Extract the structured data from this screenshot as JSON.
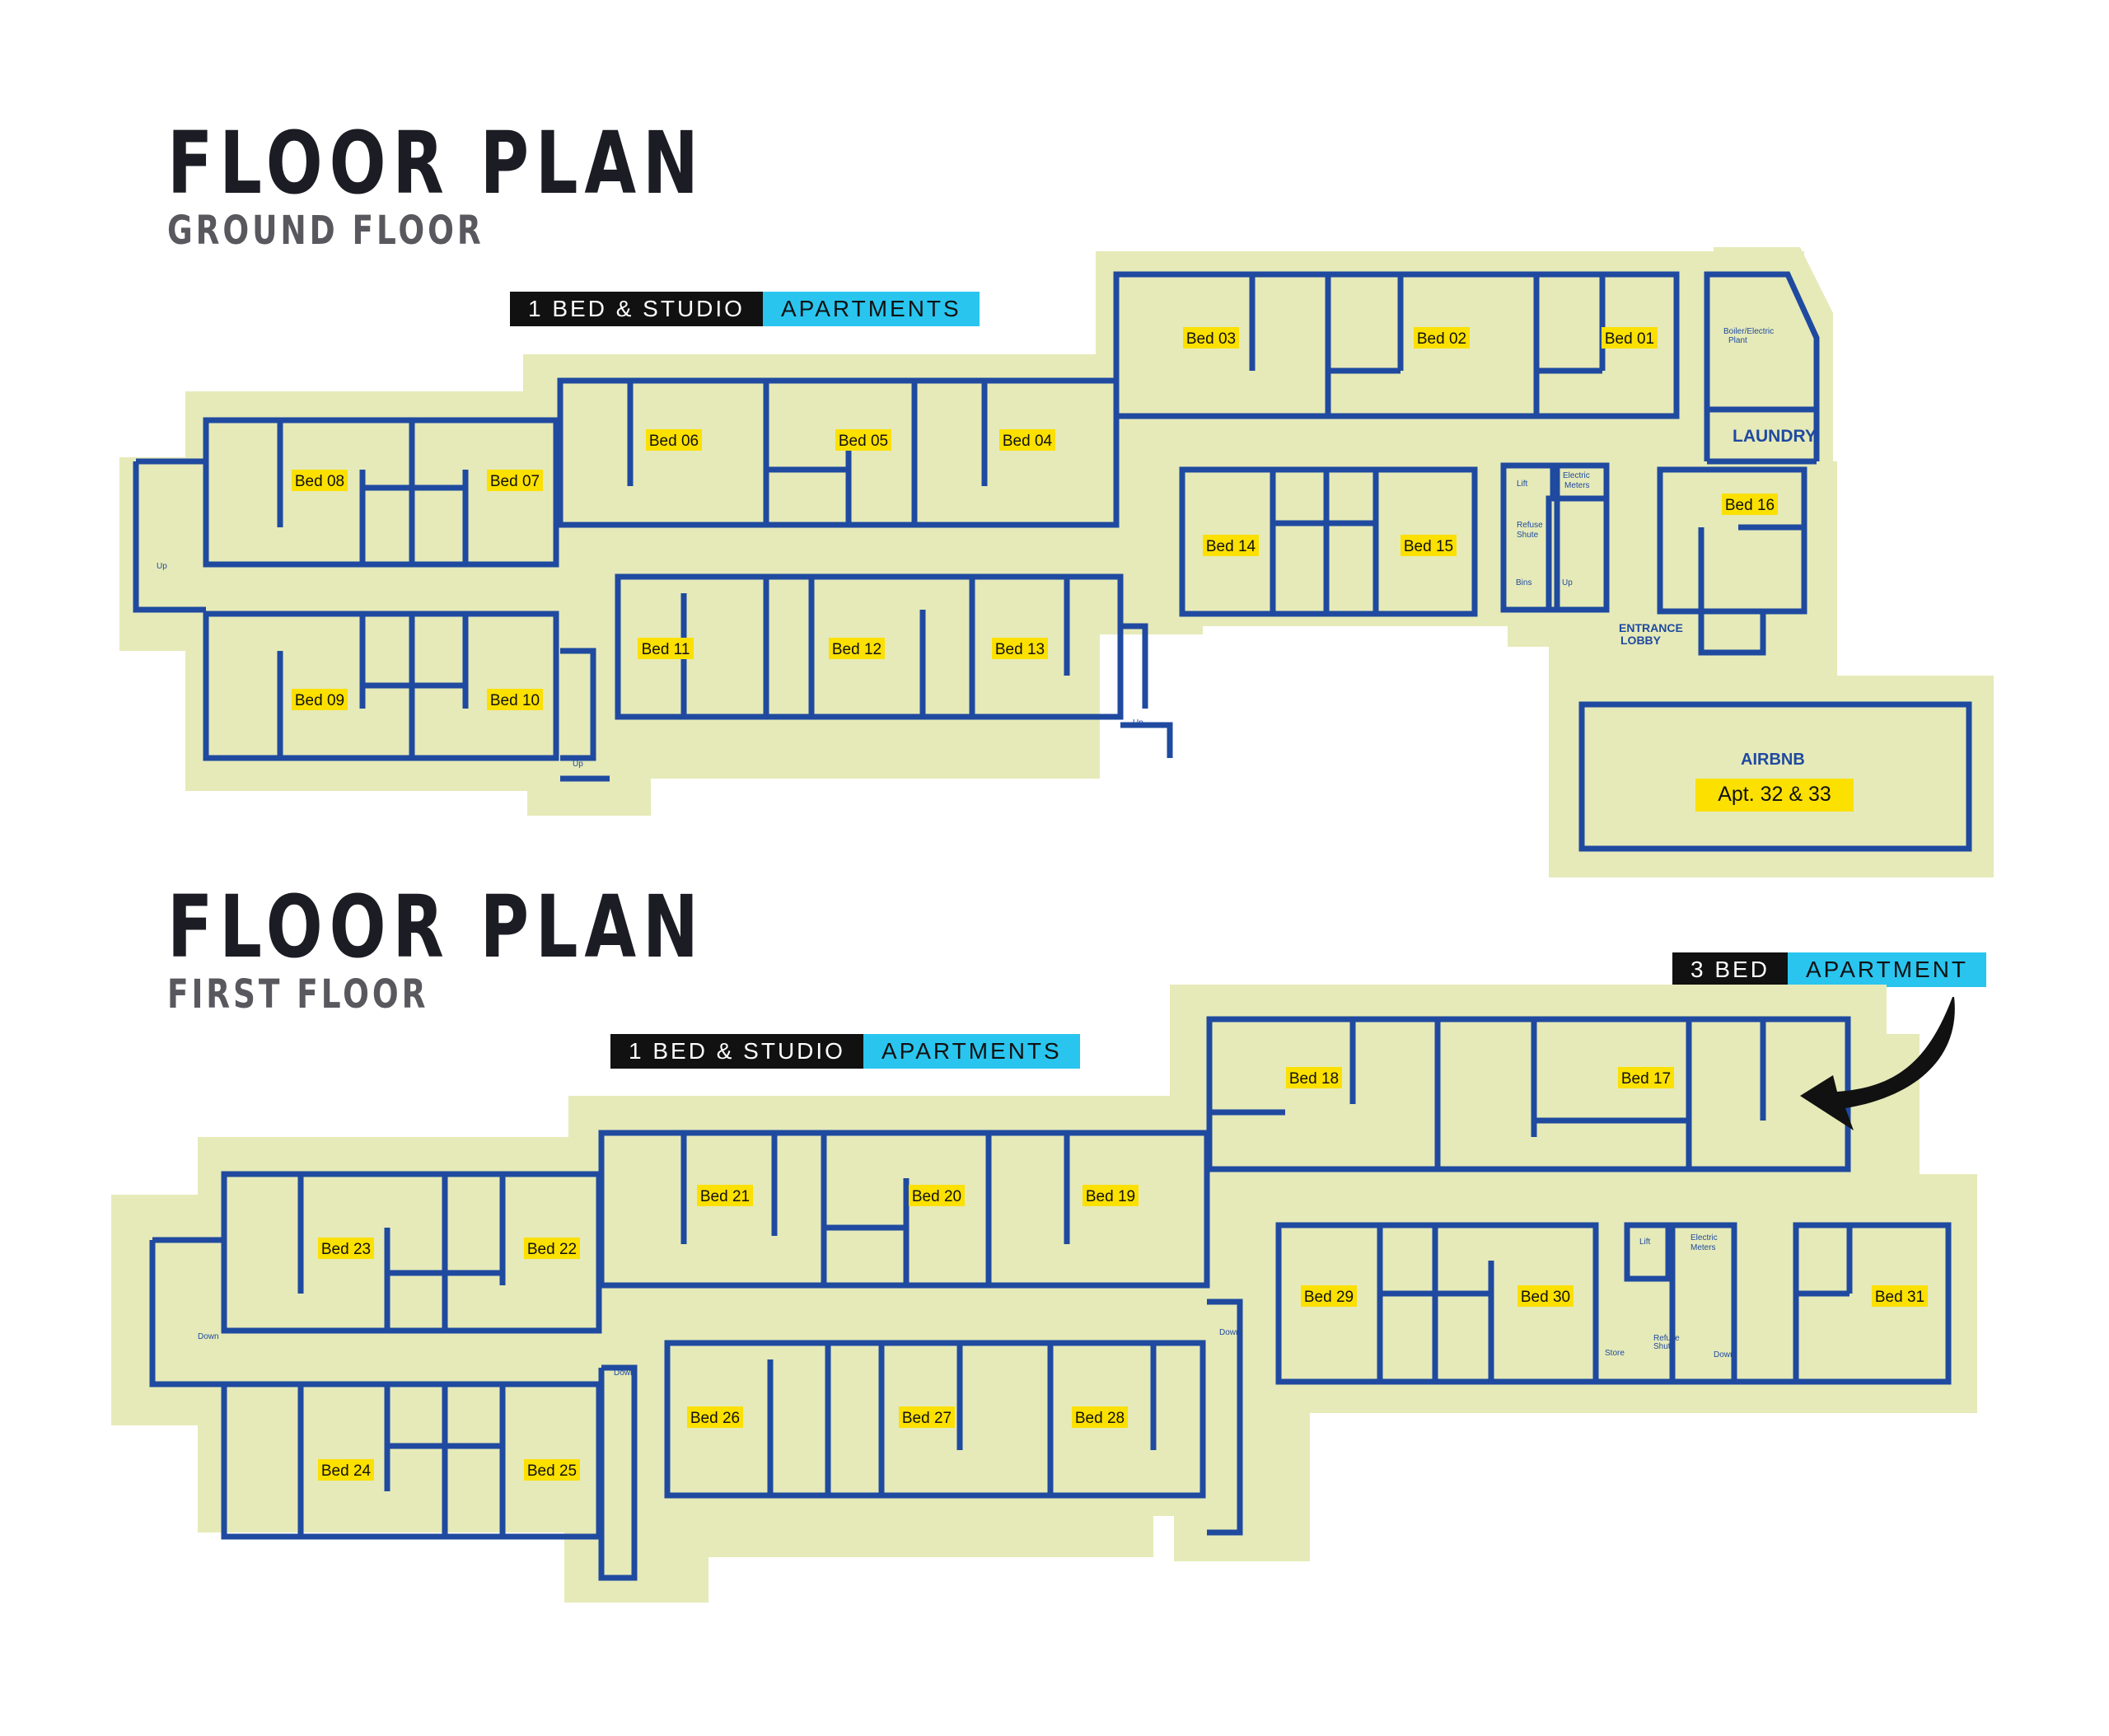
{
  "ground": {
    "title": "FLOOR PLAN",
    "subtitle": "GROUND FLOOR",
    "tag_dark": "1 BED & STUDIO",
    "tag_light": "APARTMENTS",
    "beds": [
      "Bed 03",
      "Bed 02",
      "Bed 01",
      "Bed 06",
      "Bed 05",
      "Bed 04",
      "Bed 08",
      "Bed 07",
      "Bed 14",
      "Bed 15",
      "Bed 16",
      "Bed 09",
      "Bed 10",
      "Bed 11",
      "Bed 12",
      "Bed 13"
    ],
    "areas": [
      "LAUNDRY",
      "ENTRANCE",
      "LOBBY",
      "AIRBNB"
    ],
    "apt_label": "Apt. 32 & 33",
    "small": [
      "Boiler/Electric",
      "Plant",
      "Lift",
      "Electric",
      "Meters",
      "Refuse",
      "Shute",
      "Bins",
      "Up",
      "Up",
      "Up",
      "Up"
    ]
  },
  "first": {
    "title": "FLOOR PLAN",
    "subtitle": "FIRST FLOOR",
    "tag_dark": "1 BED & STUDIO",
    "tag_light": "APARTMENTS",
    "tag3_dark": "3 BED",
    "tag3_light": "APARTMENT",
    "beds": [
      "Bed 18",
      "Bed 17",
      "Bed 21",
      "Bed 20",
      "Bed 19",
      "Bed 23",
      "Bed 22",
      "Bed 29",
      "Bed 30",
      "Bed 31",
      "Bed 26",
      "Bed 27",
      "Bed 28",
      "Bed 24",
      "Bed 25"
    ],
    "small": [
      "Lift",
      "Electric",
      "Meters",
      "Refuse",
      "Shute",
      "Store",
      "Down",
      "Down",
      "Down",
      "Down"
    ]
  },
  "colors": {
    "wall": "#1f4aa0",
    "site": "#e6eab8",
    "label_bg": "#fbe000",
    "tag_dark": "#111111",
    "tag_light": "#29c5ef"
  }
}
